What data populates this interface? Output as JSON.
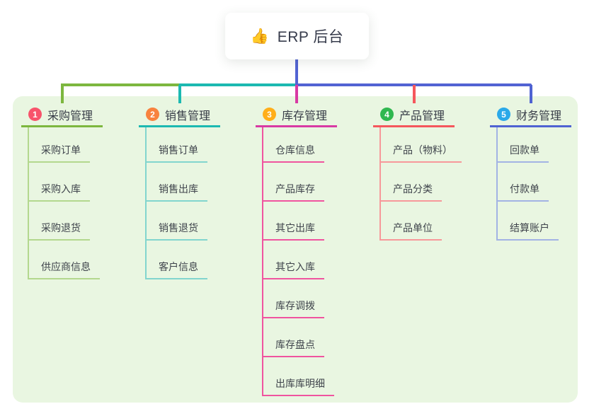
{
  "root": {
    "title": "ERP 后台",
    "icon": "thumbs-up-icon",
    "icon_glyph": "👍"
  },
  "colors": {
    "panel_background": "#e9f6e1",
    "root_connector": "#5263d3",
    "root_text": "#363b4b",
    "branch_text": "#373c47",
    "item_text": "#3f444c"
  },
  "branches": [
    {
      "number": "1",
      "title": "采购管理",
      "badge_color": "#f8536b",
      "line_color": "#7db73f",
      "sub_line_color": "#b3d88e",
      "items": [
        "采购订单",
        "采购入库",
        "采购退货",
        "供应商信息"
      ]
    },
    {
      "number": "2",
      "title": "销售管理",
      "badge_color": "#f8823e",
      "line_color": "#1cb9b1",
      "sub_line_color": "#82d5ce",
      "items": [
        "销售订单",
        "销售出库",
        "销售退货",
        "客户信息"
      ]
    },
    {
      "number": "3",
      "title": "库存管理",
      "badge_color": "#ffae1a",
      "line_color": "#d83aa4",
      "sub_line_color": "#f0549f",
      "items": [
        "仓库信息",
        "产品库存",
        "其它出库",
        "其它入库",
        "库存调拨",
        "库存盘点",
        "出库库明细"
      ]
    },
    {
      "number": "4",
      "title": "产品管理",
      "badge_color": "#30b850",
      "line_color": "#f5575c",
      "sub_line_color": "#f7989a",
      "items": [
        "产品（物料）",
        "产品分类",
        "产品单位"
      ]
    },
    {
      "number": "5",
      "title": "财务管理",
      "badge_color": "#2aa9e9",
      "line_color": "#4f63d2",
      "sub_line_color": "#a2b3e4",
      "items": [
        "回款单",
        "付款单",
        "结算账户"
      ]
    }
  ]
}
